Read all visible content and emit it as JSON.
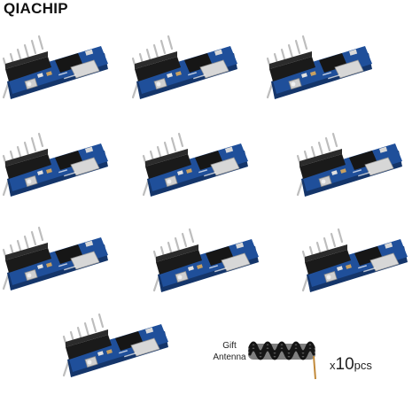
{
  "brand": "QIACHIP",
  "gift": {
    "line1": "Gift",
    "line2": "Antenna"
  },
  "quantity": {
    "prefix": "x",
    "number": "10",
    "unit": "pcs"
  },
  "colors": {
    "pcb": "#1f4f9a",
    "pcb_dark": "#14356a",
    "pins": "#c9c9c9",
    "header": "#1a1a1a",
    "crystal": "#d7d7d7",
    "antenna_coil": "#161616"
  },
  "icons": [
    "rf-receiver-module",
    "spring-antenna"
  ],
  "modules_count": 10
}
